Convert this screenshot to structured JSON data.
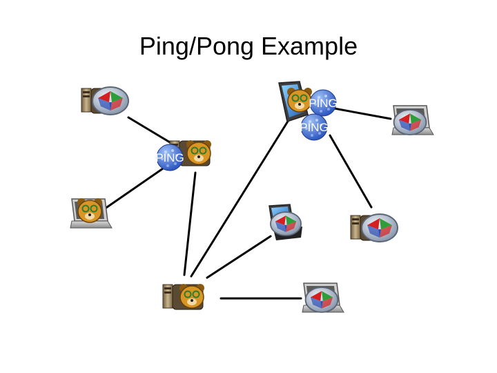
{
  "title": "Ping/Pong Example",
  "ping_label": "PING",
  "colors": {
    "link": "#000000",
    "ping_ball": "#3b66c9",
    "ping_ball_light": "#8fb3f0",
    "bear": "#c98a1e",
    "globe_red": "#d42020",
    "globe_green": "#2e9e3a",
    "globe_blue": "#2a4fb8"
  },
  "nodes": [
    {
      "name": "desktop-globe-top-left",
      "kind": "desktop",
      "logo": "globe"
    },
    {
      "name": "laptop-bear-top-center",
      "kind": "laptop-flat",
      "logo": "bear"
    },
    {
      "name": "laptop-globe-top-right",
      "kind": "laptop",
      "logo": "globe"
    },
    {
      "name": "desktop-bear-middle-left",
      "kind": "desktop",
      "logo": "bear"
    },
    {
      "name": "laptop-bear-left",
      "kind": "laptop",
      "logo": "bear"
    },
    {
      "name": "laptop-globe-center",
      "kind": "laptop-flat",
      "logo": "globe"
    },
    {
      "name": "desktop-globe-right",
      "kind": "desktop",
      "logo": "globe"
    },
    {
      "name": "desktop-bear-bottom",
      "kind": "desktop",
      "logo": "bear"
    },
    {
      "name": "laptop-globe-bottom-right",
      "kind": "laptop",
      "logo": "globe"
    }
  ],
  "links": [
    [
      "desktop-globe-top-left",
      "desktop-bear-middle-left"
    ],
    [
      "desktop-bear-middle-left",
      "laptop-bear-left"
    ],
    [
      "desktop-bear-middle-left",
      "desktop-bear-bottom"
    ],
    [
      "laptop-bear-top-center",
      "laptop-globe-top-right"
    ],
    [
      "laptop-bear-top-center",
      "desktop-bear-bottom"
    ],
    [
      "laptop-bear-top-center",
      "desktop-globe-right"
    ],
    [
      "laptop-globe-center",
      "desktop-bear-bottom"
    ],
    [
      "desktop-bear-bottom",
      "laptop-globe-bottom-right"
    ]
  ]
}
